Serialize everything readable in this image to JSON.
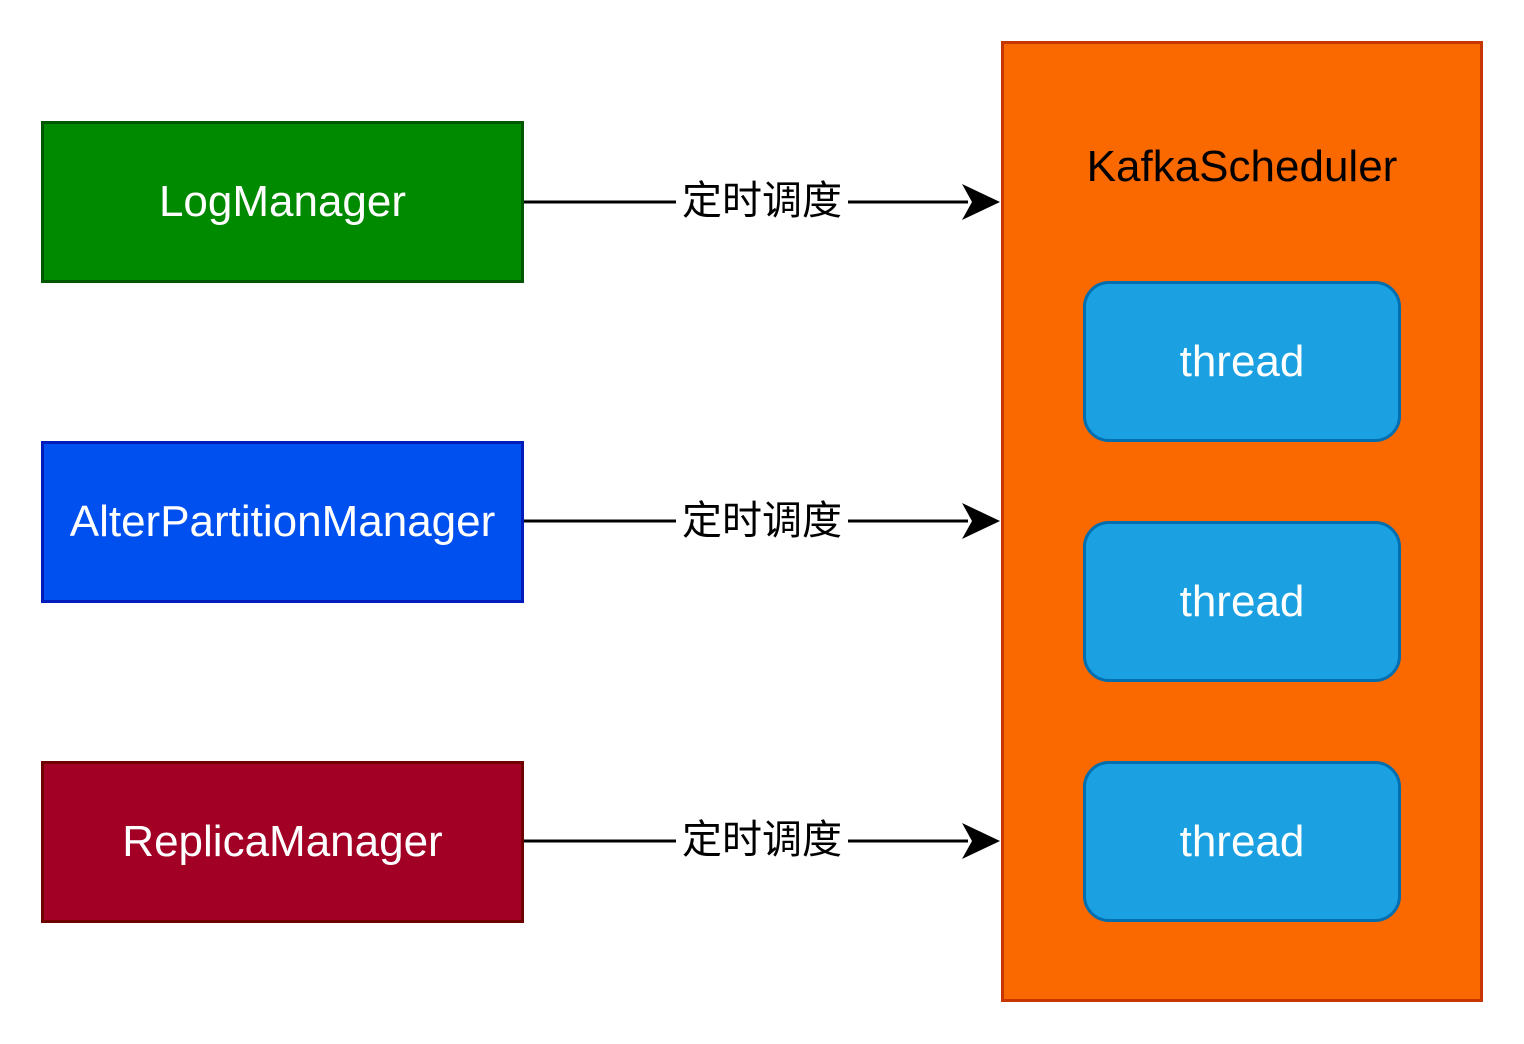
{
  "sources": [
    {
      "label": "LogManager",
      "fill": "#008a00",
      "stroke": "#005700"
    },
    {
      "label": "AlterPartitionManager",
      "fill": "#0050ef",
      "stroke": "#001dbc"
    },
    {
      "label": "ReplicaManager",
      "fill": "#a20025",
      "stroke": "#6f0000"
    }
  ],
  "scheduler": {
    "title": "KafkaScheduler",
    "fill": "#fa6800",
    "stroke": "#c73500",
    "threads": [
      {
        "label": "thread"
      },
      {
        "label": "thread"
      },
      {
        "label": "thread"
      }
    ],
    "thread_fill": "#1ba1e2",
    "thread_stroke": "#006eaf"
  },
  "edges": [
    {
      "from": "LogManager",
      "to": "KafkaScheduler",
      "label": "定时调度"
    },
    {
      "from": "AlterPartitionManager",
      "to": "KafkaScheduler",
      "label": "定时调度"
    },
    {
      "from": "ReplicaManager",
      "to": "KafkaScheduler",
      "label": "定时调度"
    }
  ]
}
